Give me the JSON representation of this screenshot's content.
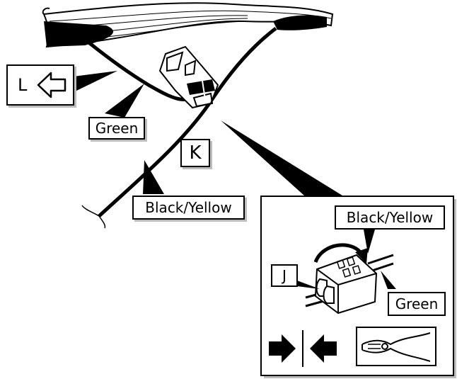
{
  "labels": {
    "l_callout": "L",
    "green": "Green",
    "k": "K",
    "black_yellow": "Black/Yellow",
    "inset_black_yellow": "Black/Yellow",
    "inset_j": "J",
    "inset_green": "Green"
  },
  "icons": {
    "direction_arrow": "hollow-left-arrow-icon",
    "push_together": "push-together-arrows-icon",
    "tool": "pliers-icon"
  },
  "colors": {
    "line": "#000000",
    "shadow": "#bdbdbd",
    "background": "#ffffff"
  }
}
